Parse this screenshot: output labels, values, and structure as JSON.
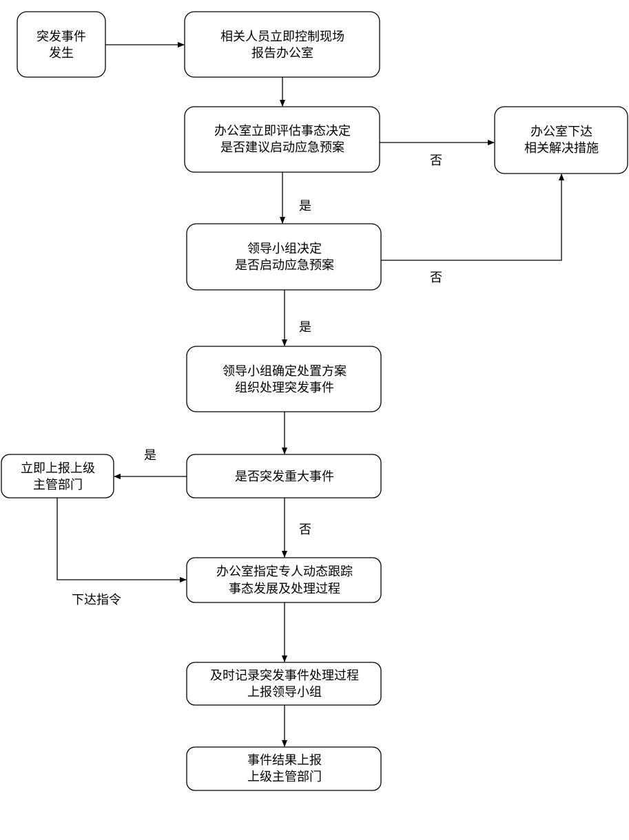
{
  "nodes": {
    "occur": [
      "突发事件",
      "发生"
    ],
    "control": [
      "相关人员立即控制现场",
      "报告办公室"
    ],
    "assess": [
      "办公室立即评估事态决定",
      "是否建议启动应急预案"
    ],
    "measures": [
      "办公室下达",
      "相关解决措施"
    ],
    "leader_decide": [
      "领导小组决定",
      "是否启动应急预案"
    ],
    "plan": [
      "领导小组确定处置方案",
      "组织处理突发事件"
    ],
    "major": [
      "是否突发重大事件"
    ],
    "report_up": [
      "立即上报上级",
      "主管部门"
    ],
    "track": [
      "办公室指定专人动态跟踪",
      "事态发展及处理过程"
    ],
    "record": [
      "及时记录突发事件处理过程",
      "上报领导小组"
    ],
    "result": [
      "事件结果上报",
      "上级主管部门"
    ]
  },
  "labels": {
    "no1": "否",
    "yes1": "是",
    "no2": "否",
    "yes2": "是",
    "yes3": "是",
    "no3": "否",
    "instruct": "下达指令"
  }
}
